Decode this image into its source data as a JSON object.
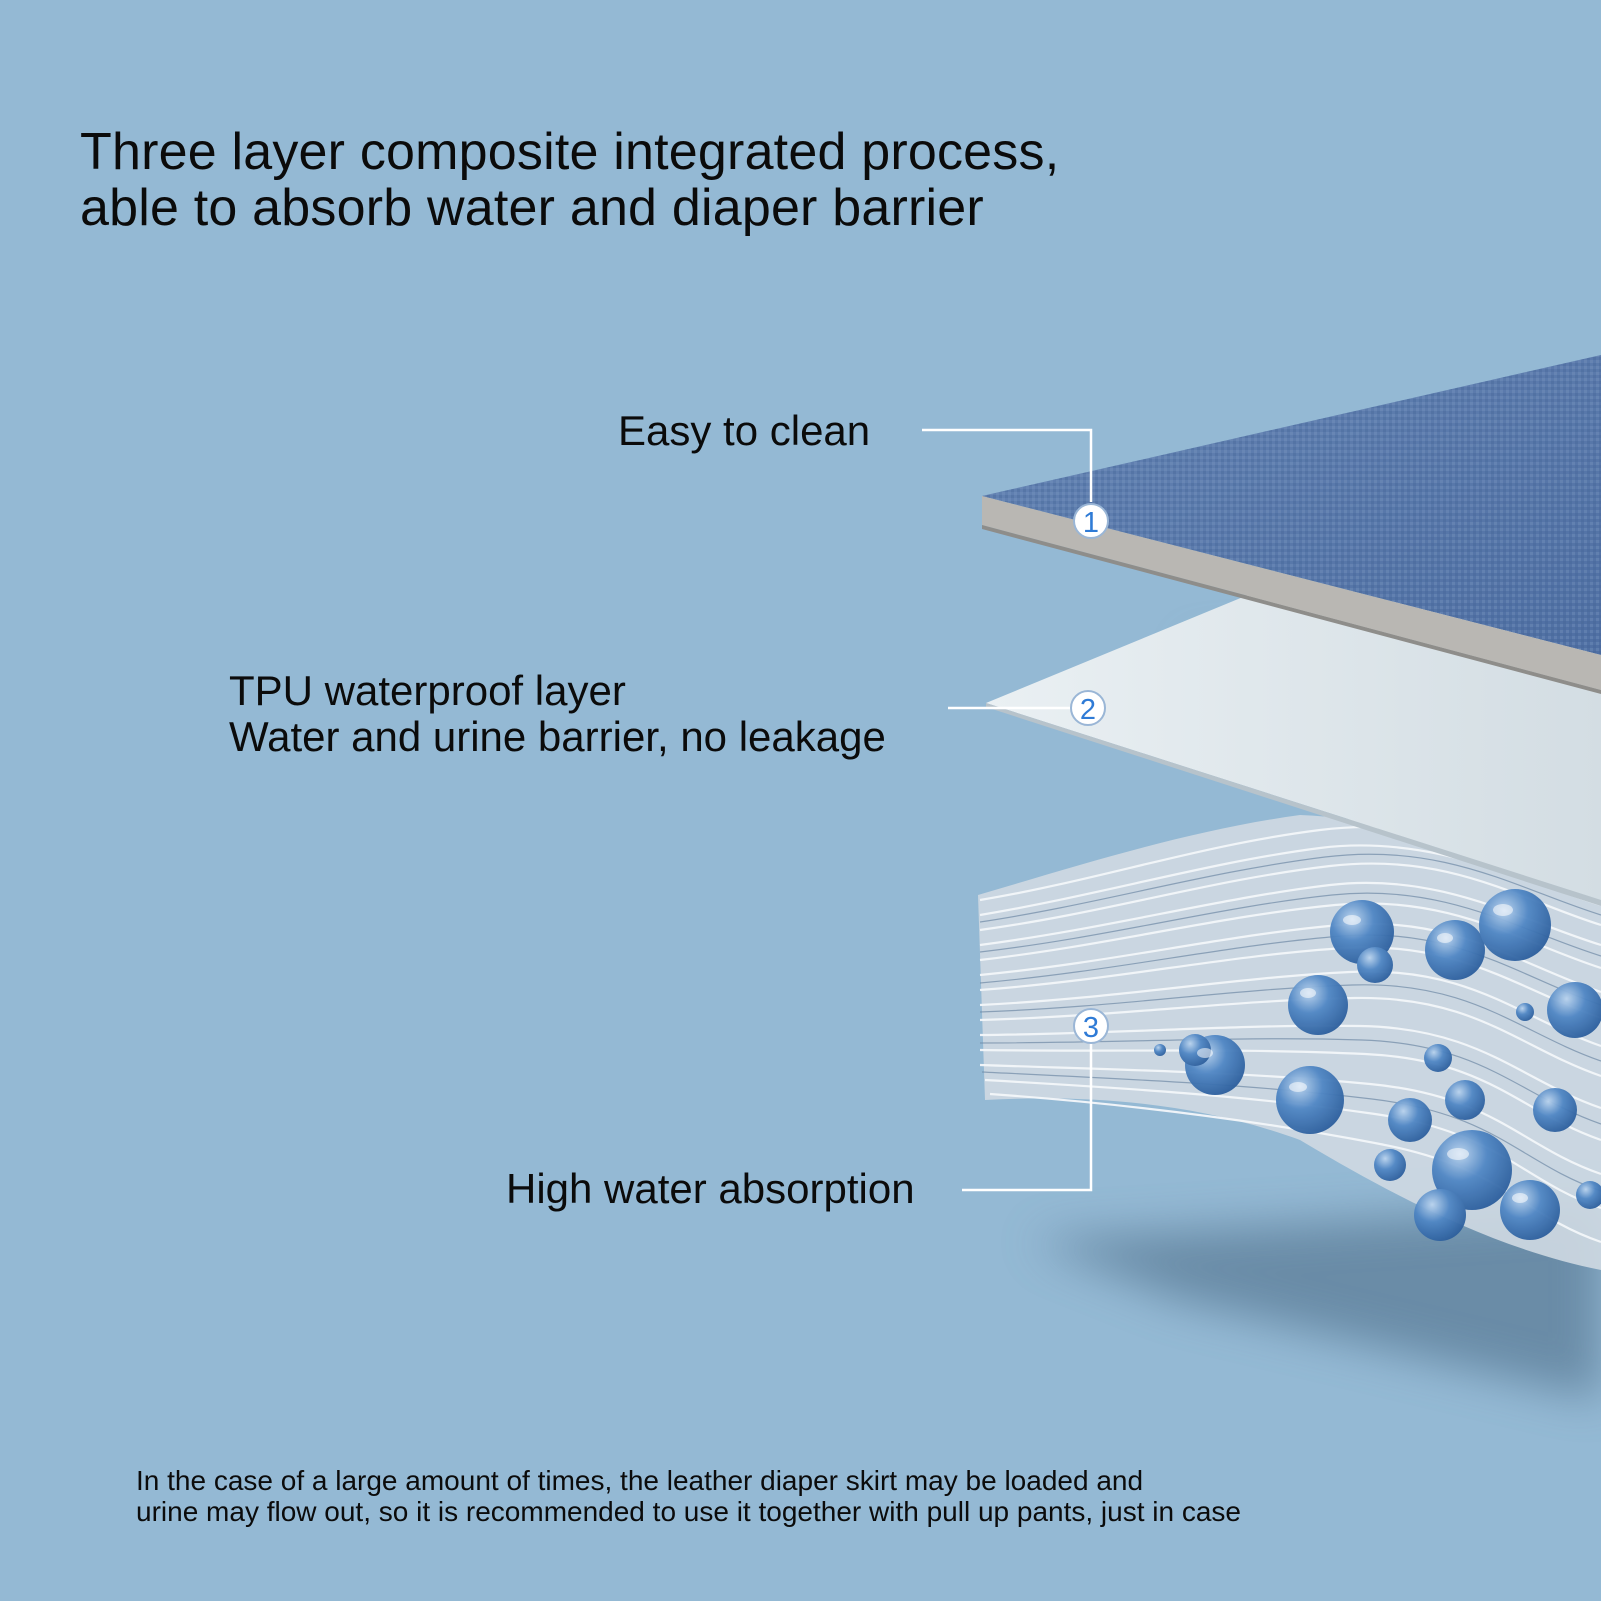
{
  "title": {
    "line1": "Three layer composite integrated process,",
    "line2": "able to absorb water and diaper barrier"
  },
  "layers": [
    {
      "number": "1",
      "label": "Easy to clean"
    },
    {
      "number": "2",
      "label_line1": "TPU waterproof layer",
      "label_line2": "Water and urine barrier, no leakage"
    },
    {
      "number": "3",
      "label": "High water absorption"
    }
  ],
  "footnote": {
    "line1": "In the case of a large amount of times, the leather diaper skirt may be loaded and",
    "line2": "urine may flow out, so it is recommended to use it together with pull up pants, just in case"
  },
  "colors": {
    "background": "#94b9d4",
    "top_fabric": "#5c7bab",
    "fabric_edge": "#b9b7b3",
    "tpu_layer": "#dde5ea",
    "number_blue": "#2f7bd6",
    "water_drop": "#3d74b5"
  }
}
